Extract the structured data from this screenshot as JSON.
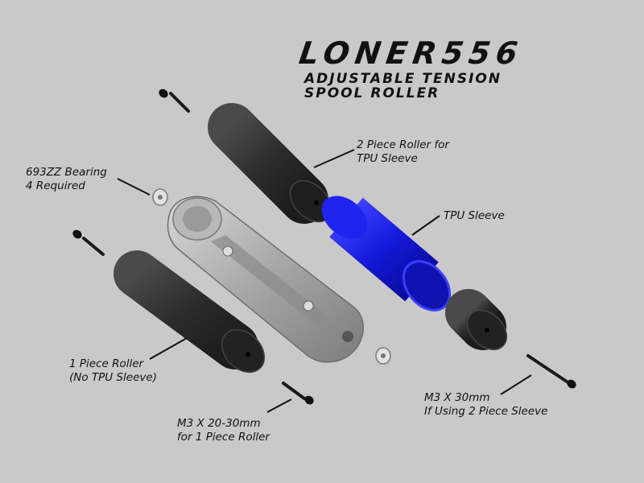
{
  "title": {
    "brand": "LONER556",
    "subtitle_line1": "ADJUSTABLE TENSION",
    "subtitle_line2": "SPOOL ROLLER"
  },
  "callouts": {
    "two_piece_roller": {
      "line1": "2 Piece Roller for",
      "line2": "TPU Sleeve"
    },
    "bearing": {
      "line1": "693ZZ Bearing",
      "line2": "4 Required"
    },
    "tpu_sleeve": {
      "line1": "TPU Sleeve"
    },
    "one_piece_roller": {
      "line1": "1 Piece Roller",
      "line2": "(No TPU Sleeve)"
    },
    "screw_short": {
      "line1": "M3 X 20-30mm",
      "line2": "for 1 Piece Roller"
    },
    "screw_long": {
      "line1": "M3 X 30mm",
      "line2": "If Using 2 Piece Sleeve"
    }
  },
  "colors": {
    "background": "#c9c9c9",
    "roller": "#2e2e2e",
    "tpu_sleeve": "#1a1ee6",
    "bracket": "#a8a8a8",
    "bearing": "#d4d4d4"
  }
}
